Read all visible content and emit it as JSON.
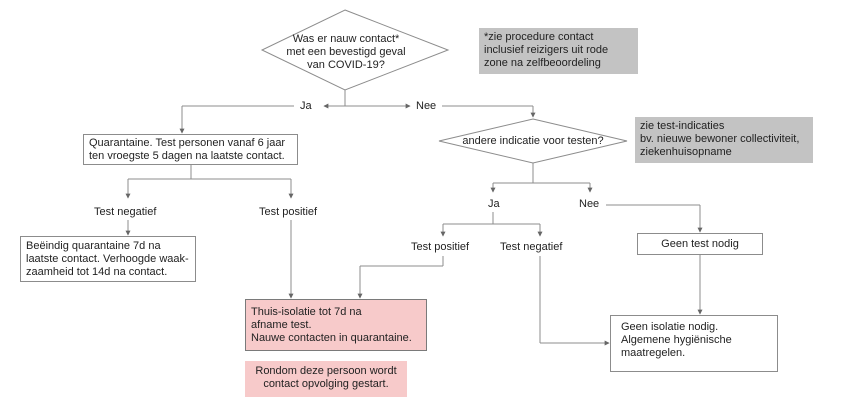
{
  "decision_main": {
    "lines": [
      "Was er nauw contact*",
      "met een bevestigd geval",
      "van COVID-19?"
    ]
  },
  "note_contact": {
    "lines": [
      "*zie procedure contact",
      "inclusief reizigers uit rode",
      "zone na zelfbeoordeling"
    ]
  },
  "branch_main": {
    "yes": "Ja",
    "no": "Nee"
  },
  "quarantine_box": {
    "lines": [
      "Quarantaine. Test personen vanaf 6 jaar",
      "ten vroegste 5 dagen na laatste contact."
    ]
  },
  "decision_other": {
    "text": "andere indicatie voor testen?"
  },
  "note_indications": {
    "lines": [
      "zie test-indicaties",
      "bv. nieuwe bewoner collectiviteit,",
      "ziekenhuisopname"
    ]
  },
  "left_branch": {
    "negative": "Test negatief",
    "positive": "Test positief"
  },
  "end_quarantine_box": {
    "lines": [
      "Beëindig quarantaine 7d na",
      "laatste contact. Verhoogde waak-",
      "zaamheid tot 14d na contact."
    ]
  },
  "branch_other": {
    "yes": "Ja",
    "no": "Nee"
  },
  "right_branch": {
    "positive": "Test positief",
    "negative": "Test negatief"
  },
  "no_test_box": {
    "text": "Geen test nodig"
  },
  "isolation_box": {
    "lines": [
      "Thuis-isolatie tot 7d na",
      "afname test.",
      "Nauwe contacten in quarantaine."
    ]
  },
  "no_isolation_box": {
    "lines": [
      "Geen isolatie nodig.",
      "Algemene hygiënische",
      "maatregelen."
    ]
  },
  "contact_tracing_box": {
    "lines": [
      "Rondom deze persoon wordt",
      "contact opvolging gestart."
    ]
  },
  "colors": {
    "grey_note": "#c3c3c3",
    "pink_box": "#f7caca",
    "line": "#8c8c8c"
  }
}
